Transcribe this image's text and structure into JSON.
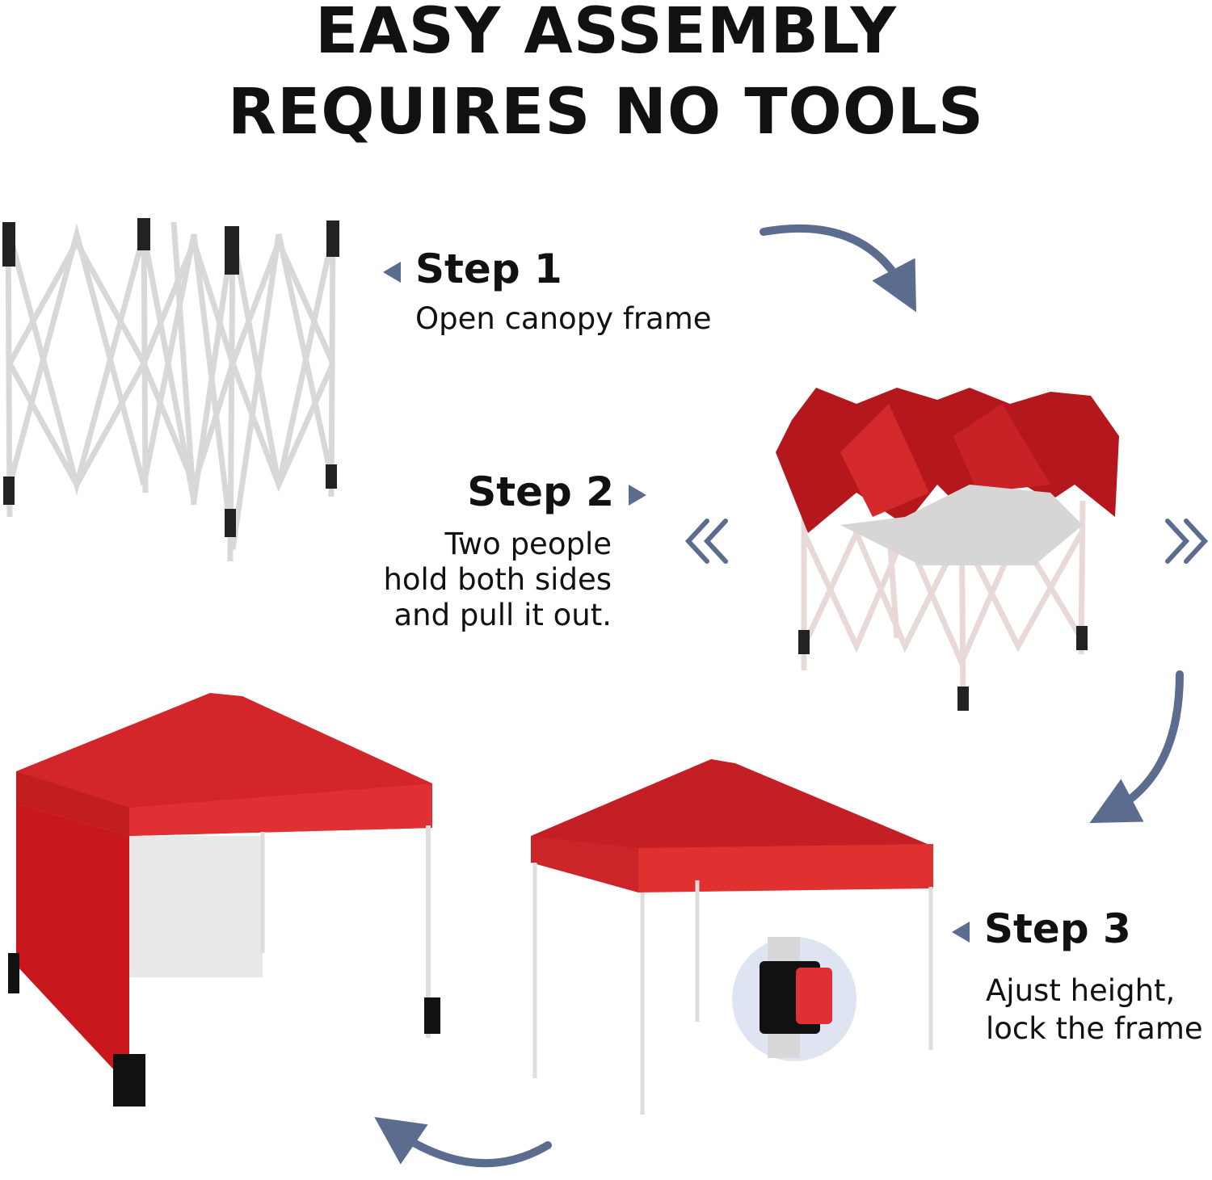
{
  "heading": {
    "line1": "EASY ASSEMBLY",
    "line2": "REQUIRES NO TOOLS"
  },
  "steps": [
    {
      "label": "Step 1",
      "lines": [
        "Open canopy frame"
      ]
    },
    {
      "label": "Step 2",
      "lines": [
        "Two people",
        "hold both sides",
        "and pull it out."
      ]
    },
    {
      "label": "Step 3",
      "lines": [
        "Ajust height,",
        "lock the frame"
      ]
    }
  ],
  "colors": {
    "arrow": "#5b6c8f",
    "canopy": "#d2262a",
    "frame": "#e4e4e4"
  }
}
